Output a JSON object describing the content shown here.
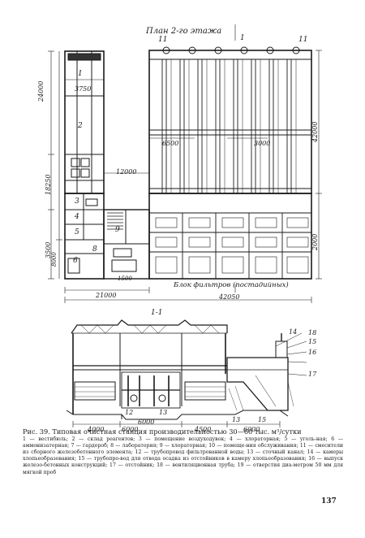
{
  "plan": {
    "title": "План 2-го этажа",
    "section_marker": "1",
    "dims": {
      "d24000": "24000",
      "d3750": "3750",
      "d6500": "6500",
      "d3000": "3000",
      "d42000": "42000",
      "d12000": "12000",
      "d18250": "18250",
      "d3500": "3500",
      "d1500": "1500",
      "d2000": "2000",
      "d21000": "21000",
      "d42050": "42050",
      "d8000": "8000"
    },
    "room_numbers": {
      "r1": "1",
      "r2": "2",
      "r3": "3",
      "r4": "4",
      "r5": "5",
      "r6": "6",
      "r8": "8",
      "r9": "9",
      "r11": "11",
      "r11b": "11"
    },
    "block_label": "Блок фильтров (постадийных)"
  },
  "section": {
    "title": "1-1",
    "dims": {
      "d4000": "4000",
      "d6000": "6000",
      "d4500": "4500",
      "d6000b": "6000",
      "d6000c": "6000"
    },
    "callouts": {
      "c14": "14",
      "c18": "18",
      "c15": "15",
      "c16": "16",
      "c17": "17",
      "c12": "12",
      "c13": "13",
      "c13b": "13",
      "c15b": "15"
    }
  },
  "caption": {
    "heading": "Рис. 39. Типовая очистная станция производительностью 30—60 тыс. м³/сутки",
    "legend": "1 — вестибюль; 2 — склад реагентов; 3 — помещение воздуходувок; 4 — хлораторная; 5 — уголь-ная; 6 — аммонизаторная; 7 — гардероб; 8 — лаборатория; 9 — хлораторная; 10 — помеще-ния обслуживания; 11 — смесители из сборного железобетонного элемента; 12 — трубопровод фильтрованной воды; 13 — сточный канал; 14 — камеры хлопьеобразования; 15 — трубопро-вод для отвода осадка из отстойников в камеру хлопьеобразования; 16 — выпуск железо-бетонных конструкций; 17 — отстойник; 18 — вентиляционная труба; 19 — отверстия диа-метром 50 мм для мягкой проб"
  },
  "page_number": "137"
}
